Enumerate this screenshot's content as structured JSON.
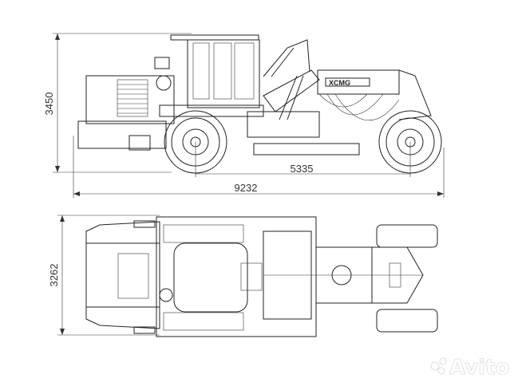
{
  "dimensions": {
    "side_height": "3450",
    "wheelbase": "5335",
    "overall_length": "9232",
    "top_width": "3262"
  },
  "brand_logo": "XCMG",
  "watermark": "Avito"
}
